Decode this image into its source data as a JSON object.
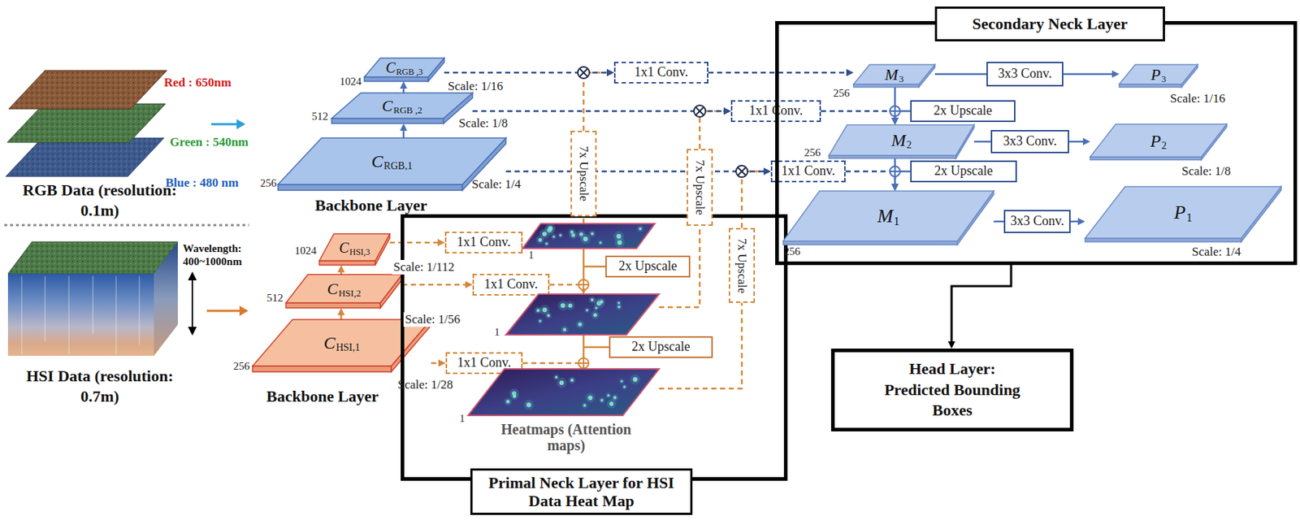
{
  "diagram": {
    "nodes": [
      {
        "text": [
          "C",
          "RGB ,3"
        ]
      },
      {
        "text": [
          "C",
          "RGB ,2"
        ]
      },
      {
        "text": [
          "C",
          "RGB,1"
        ]
      },
      {
        "text": [
          "C",
          "HSI,3"
        ]
      },
      {
        "text": [
          "C",
          "HSI,2"
        ]
      },
      {
        "text": [
          "C",
          "HSI,1"
        ]
      },
      {
        "text": [
          "Primal Neck Layer for HSI Data Heat Map"
        ]
      },
      {
        "text": [
          "1x1 Conv."
        ],
        "in": 6
      },
      {
        "text": [
          "1x1 Conv."
        ],
        "in": 6
      },
      {
        "text": [
          "1x1 Conv."
        ],
        "in": 6
      },
      {
        "text": [
          "1"
        ],
        "in": 6
      },
      {
        "text": [
          "2x Upscale"
        ],
        "in": 6
      },
      {
        "text": [
          "1"
        ],
        "in": 6
      },
      {
        "text": [
          "2x Upscale"
        ],
        "in": 6
      },
      {
        "text": [
          "1",
          "Heatmaps (Attention maps)"
        ],
        "in": 6
      },
      {
        "text": [
          "7x Upscale"
        ]
      },
      {
        "text": [
          "1x1 Conv."
        ]
      },
      {
        "text": [
          "7x Upscale"
        ]
      },
      {
        "text": [
          "1x1 Conv."
        ]
      },
      {
        "text": [
          "7x Upscale"
        ],
        "in": 6
      },
      {
        "text": [
          "1x1 Conv."
        ]
      },
      {
        "text": [
          "Secondary Neck Layer"
        ]
      },
      {
        "text": [
          "M",
          "3"
        ],
        "in": 21
      },
      {
        "text": [
          "3x3 Conv."
        ],
        "in": 21
      },
      {
        "text": [
          "P",
          "3"
        ],
        "in": 21
      },
      {
        "text": [
          "2x Upscale"
        ],
        "in": 21
      },
      {
        "text": [
          "M",
          "2"
        ],
        "in": 21
      },
      {
        "text": [
          "3x3 Conv."
        ],
        "in": 21
      },
      {
        "text": [
          "P",
          "2"
        ],
        "in": 21
      },
      {
        "text": [
          "2x Upscale"
        ],
        "in": 21
      },
      {
        "text": [
          "M",
          "1"
        ],
        "in": 21
      },
      {
        "text": [
          "3x3 Conv."
        ],
        "in": 21
      },
      {
        "text": [
          "P",
          "1"
        ],
        "in": 21
      },
      {
        "text": [
          "Head Layer: Predicted Bounding Boxes"
        ]
      }
    ],
    "edges": [
      {
        "from": 2,
        "to": 1,
        "arrow": "to"
      },
      {
        "from": 1,
        "to": 0,
        "arrow": "to"
      },
      {
        "from": 5,
        "to": 4,
        "arrow": "to"
      },
      {
        "from": 4,
        "to": 3,
        "arrow": "to"
      },
      {
        "from": 3,
        "to": 7,
        "arrow": "to"
      },
      {
        "from": 7,
        "to": 10,
        "arrow": "to"
      },
      {
        "from": 4,
        "to": 8,
        "arrow": "to"
      },
      {
        "from": 8,
        "to": 12,
        "arrow": "to"
      },
      {
        "from": 10,
        "to": 12,
        "arrow": "to"
      },
      {
        "from": 5,
        "to": 9,
        "arrow": "to"
      },
      {
        "from": 9,
        "to": 14,
        "arrow": "to"
      },
      {
        "from": 12,
        "to": 14,
        "arrow": "to"
      },
      {
        "from": 10,
        "to": 15,
        "arrow": "none"
      },
      {
        "from": 15,
        "to": 16,
        "arrow": "to"
      },
      {
        "from": 0,
        "to": 16,
        "arrow": "to"
      },
      {
        "from": 16,
        "to": 22,
        "arrow": "to"
      },
      {
        "from": 12,
        "to": 17,
        "arrow": "none"
      },
      {
        "from": 17,
        "to": 18,
        "arrow": "to"
      },
      {
        "from": 1,
        "to": 18,
        "arrow": "to"
      },
      {
        "from": 18,
        "to": 26,
        "arrow": "to"
      },
      {
        "from": 14,
        "to": 19,
        "arrow": "none"
      },
      {
        "from": 19,
        "to": 20,
        "arrow": "to"
      },
      {
        "from": 2,
        "to": 20,
        "arrow": "to"
      },
      {
        "from": 20,
        "to": 30,
        "arrow": "to"
      },
      {
        "from": 22,
        "to": 23,
        "arrow": "none"
      },
      {
        "from": 23,
        "to": 24,
        "arrow": "to"
      },
      {
        "from": 22,
        "to": 26,
        "arrow": "to"
      },
      {
        "from": 26,
        "to": 27,
        "arrow": "none"
      },
      {
        "from": 27,
        "to": 28,
        "arrow": "to"
      },
      {
        "from": 26,
        "to": 30,
        "arrow": "to"
      },
      {
        "from": 30,
        "to": 31,
        "arrow": "none"
      },
      {
        "from": 31,
        "to": 32,
        "arrow": "to"
      },
      {
        "from": 21,
        "to": 33,
        "arrow": "to"
      }
    ],
    "labels": [
      "Red : 650nm",
      "Green : 540nm",
      "Blue : 480 nm",
      "RGB Data (resolution: 0.1m)",
      "Wavelength: 400~1000nm",
      "HSI Data (resolution: 0.7m)",
      "1024",
      "512",
      "256",
      "Scale: 1/16",
      "Scale: 1/8",
      "Scale: 1/4",
      "Backbone Layer",
      "1024",
      "512",
      "256",
      "Backbone Layer",
      "Scale: 1/112",
      "Scale: 1/56",
      "Scale: 1/28",
      "256",
      "256",
      "256",
      "Scale: 1/16",
      "Scale: 1/8",
      "Scale: 1/4"
    ]
  }
}
